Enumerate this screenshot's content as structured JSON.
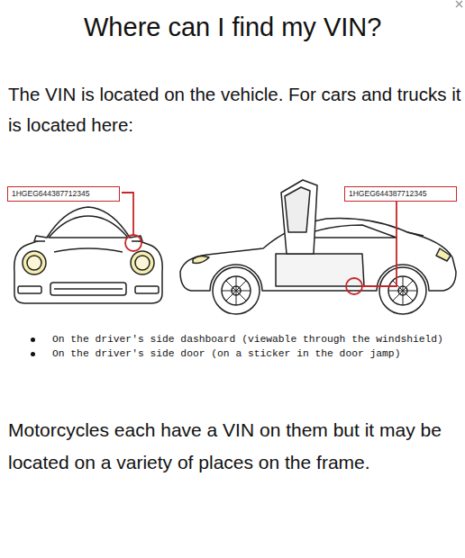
{
  "diagram": {
    "title": "Where can I find my VIN?",
    "nodes": [
      {
        "text": [
          "1HGEG644387712345"
        ]
      },
      {
        "text": [
          "1HGEG644387712345"
        ]
      }
    ],
    "labels": [
      "The VIN is located on the vehicle. For cars and trucks it is located here:",
      "On the driver's side dashboard (viewable through the windshield)",
      "On the driver's side door (on a sticker in the door jamp)",
      "Motorcycles each have a VIN on them but it may be located on a variety of places on the frame."
    ]
  }
}
